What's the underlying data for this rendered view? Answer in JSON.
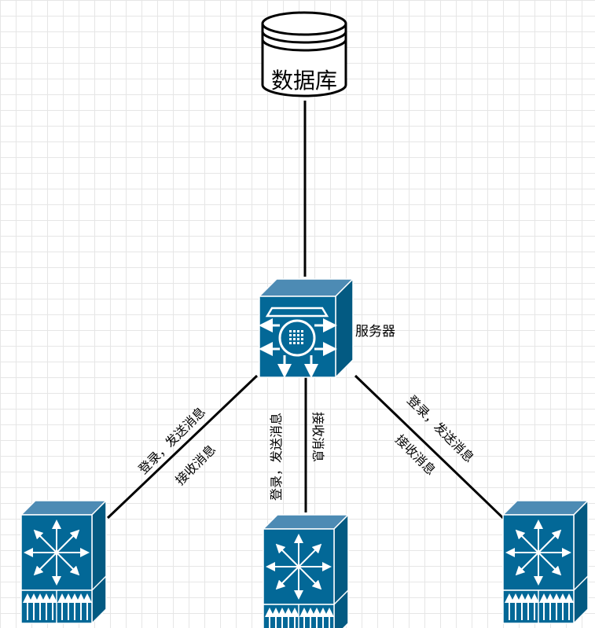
{
  "database": {
    "label": "数据库"
  },
  "server": {
    "label": "服务器"
  },
  "links": {
    "left": {
      "send": "登录，发送消息",
      "receive": "接收消息"
    },
    "middle": {
      "send": "登录，发送消息",
      "receive": "接收消息"
    },
    "right": {
      "send": "登录，发送消息",
      "receive": "接收消息"
    }
  },
  "colors": {
    "device_front": "#036897",
    "device_top": "#4d8bb4",
    "device_side": "#035a82",
    "stroke": "#ffffff",
    "line": "#000000"
  }
}
